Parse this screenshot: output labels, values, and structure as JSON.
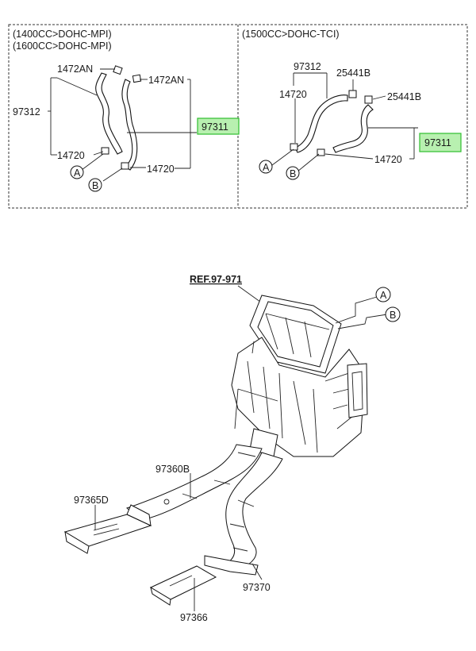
{
  "panel_left": {
    "engine_1": "(1400CC>DOHC-MPI)",
    "engine_2": "(1600CC>DOHC-MPI)",
    "labels": {
      "hose_a_top": "1472AN",
      "hose_b_top": "1472AN",
      "hose_assy": "97312",
      "clamp_a": "14720",
      "clamp_b": "14720",
      "highlight": "97311",
      "marker_a": "A",
      "marker_b": "B"
    }
  },
  "panel_right": {
    "engine": "(1500CC>DOHC-TCI)",
    "labels": {
      "hose_assy": "97312",
      "clamp_top_a": "25441B",
      "clamp_top_b": "25441B",
      "clamp_a": "14720",
      "clamp_b": "14720",
      "highlight": "97311",
      "marker_a": "A",
      "marker_b": "B"
    }
  },
  "main": {
    "ref": "REF.97-971",
    "marker_a": "A",
    "marker_b": "B",
    "duct_rear": "97360B",
    "duct_left": "97365D",
    "duct_center": "97370",
    "duct_right": "97366"
  },
  "colors": {
    "highlight_fill": "#b8f0b0",
    "highlight_border": "#2fbf2f"
  }
}
